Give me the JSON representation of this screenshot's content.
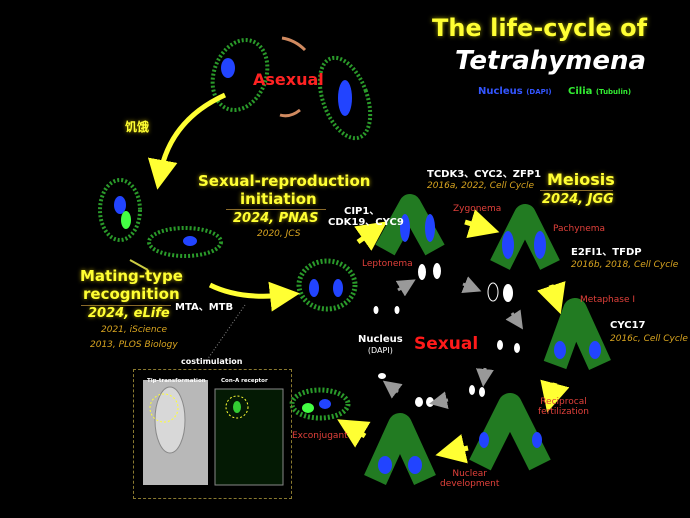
{
  "title": {
    "line1": "The life-cycle of",
    "line2": "Tetrahymena"
  },
  "legend": {
    "nucleus": "Nucleus",
    "nucleus_stain": "(DAPI)",
    "cilia": "Cilia",
    "cilia_stain": "(Tubulin)"
  },
  "asexual": "Asexual",
  "starvation": "饥饿",
  "sexual": "Sexual",
  "nucleus_label": {
    "line1": "Nucleus",
    "line2": "(DAPI)"
  },
  "mating": {
    "title1": "Mating-type",
    "title2": "recognition",
    "paper": "2024, eLife",
    "cite1": "2021, iScience",
    "cite2": "2013, PLOS Biology",
    "genes": "MTA、MTB"
  },
  "initiation": {
    "title1": "Sexual-reproduction",
    "title2": "initiation",
    "paper": "2024, PNAS",
    "cite": "2020, JCS",
    "genes1": "CIP1、",
    "genes2": "CDK19、CYC9"
  },
  "meiosis": {
    "title": "Meiosis",
    "paper": "2024, JGG"
  },
  "genes_top": {
    "genes": "TCDK3、CYC2、ZFP1",
    "cite": "2016a, 2022, Cell Cycle"
  },
  "genes_e2f": {
    "genes": "E2FI1、TFDP",
    "cite": "2016b, 2018, Cell Cycle"
  },
  "genes_cyc17": {
    "genes": "CYC17",
    "cite": "2016c, Cell Cycle"
  },
  "stages": [
    "Leptonema",
    "Zygonema",
    "Pachynema",
    "Metaphase I",
    "Reciprocal",
    "fertilization",
    "Nuclear",
    "development",
    "Exconjugant"
  ],
  "costim": {
    "title": "costimulation",
    "panel1": "Tip-transformation",
    "panel2": "Con-A receptor"
  },
  "colors": {
    "accent": "#ffff33",
    "nucleus": "#2244ff",
    "cilia": "#33cc33",
    "stage": "#e0403a",
    "cite": "#d9a520"
  }
}
